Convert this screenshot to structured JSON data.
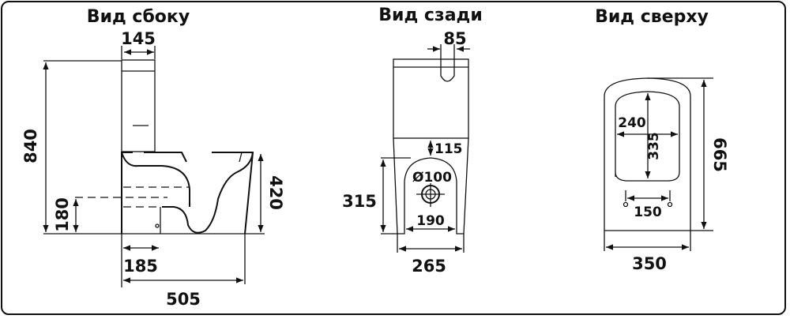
{
  "views": {
    "side": {
      "title": "Вид сбоку",
      "dimensions": {
        "tank_depth": "145",
        "total_height": "840",
        "outlet_height": "180",
        "bowl_height": "420",
        "outlet_offset": "185",
        "total_length": "505"
      }
    },
    "back": {
      "title": "Вид сзади",
      "dimensions": {
        "slot_width": "85",
        "gap_height": "115",
        "base_height": "315",
        "pipe_diameter": "Ø100",
        "inner_width": "190",
        "base_width": "265"
      }
    },
    "top": {
      "title": "Вид сверху",
      "dimensions": {
        "bowl_width": "240",
        "bowl_length": "335",
        "total_length": "665",
        "mount_spacing": "150",
        "total_width": "350"
      }
    }
  },
  "colors": {
    "line": "#111111",
    "background": "#ffffff"
  }
}
